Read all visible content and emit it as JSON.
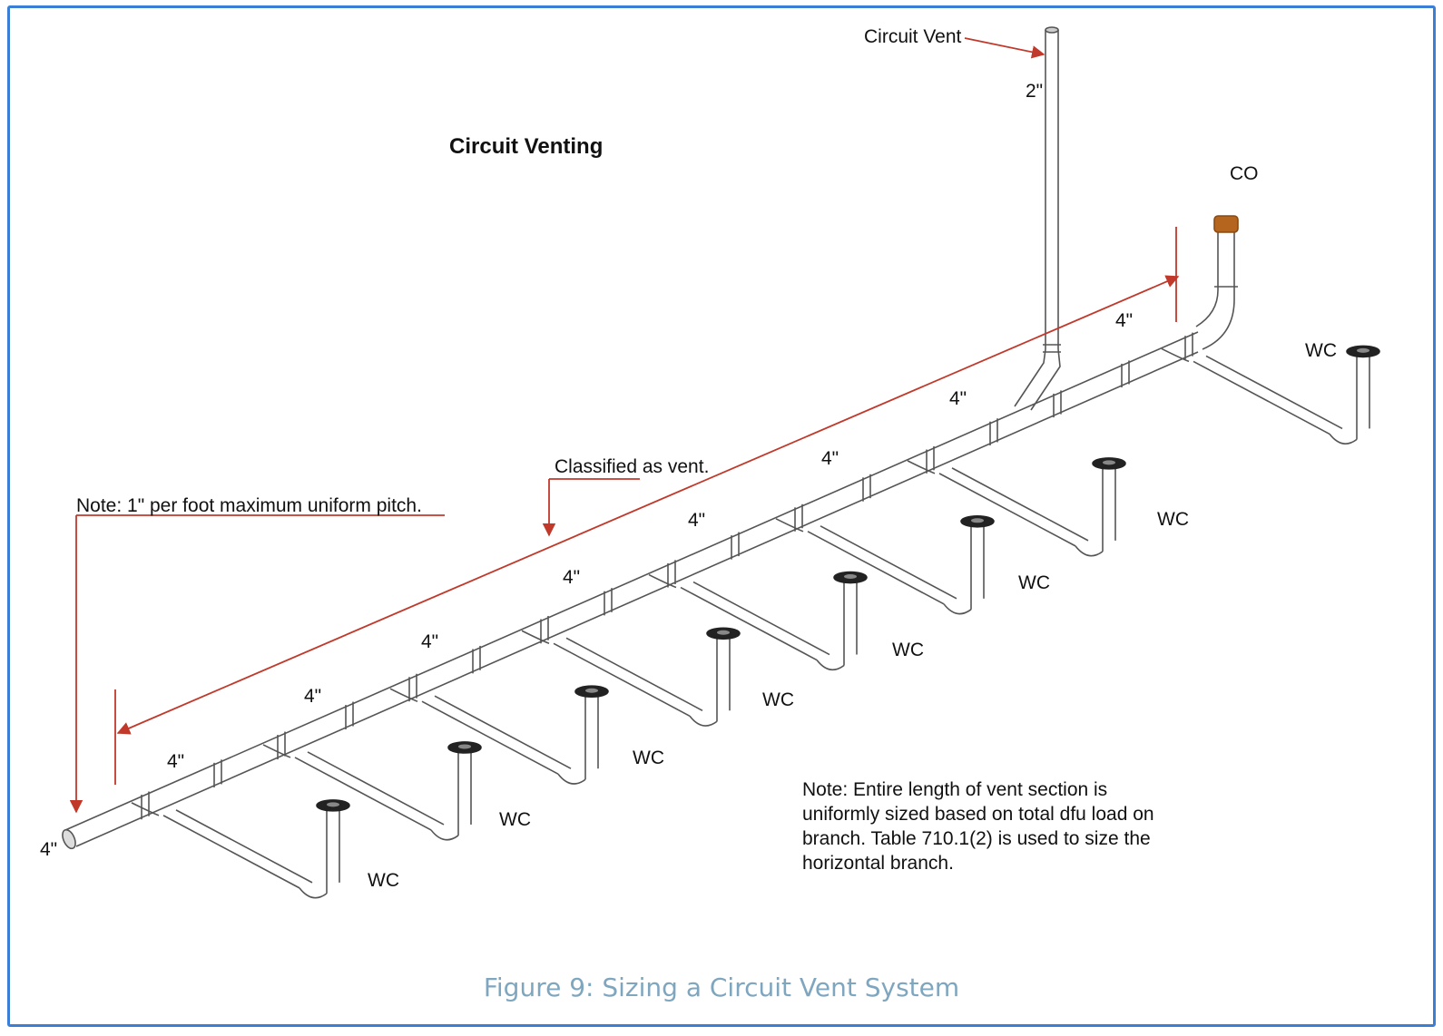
{
  "title": "Circuit Venting",
  "labels": {
    "circuit_vent": "Circuit Vent",
    "vent_size": "2\"",
    "cleanout": "CO",
    "classified": "Classified as vent.",
    "pitch_note": "Note: 1\" per foot maximum uniform pitch.",
    "end_size": "4\""
  },
  "pipe_sizes": [
    "4\"",
    "4\"",
    "4\"",
    "4\"",
    "4\"",
    "4\"",
    "4\"",
    "4\""
  ],
  "fixtures": [
    "WC",
    "WC",
    "WC",
    "WC",
    "WC",
    "WC",
    "WC",
    "WC"
  ],
  "note": "Note: Entire length of vent section is uniformly sized based on total dfu load on branch. Table 710.1(2) is used to size the horizontal branch.",
  "caption": "Figure 9: Sizing a Circuit Vent System",
  "colors": {
    "frame": "#3a7fd5",
    "arrow": "#c0392b",
    "pipe": "#555555",
    "cleanout_cap": "#b5651d",
    "caption": "#7fa6bf"
  }
}
